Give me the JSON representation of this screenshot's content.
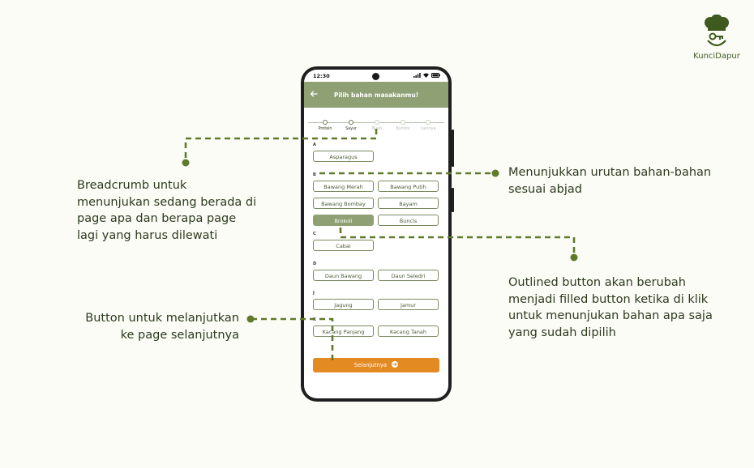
{
  "brand": {
    "name": "KunciDapur"
  },
  "annotations": {
    "breadcrumb": "Breadcrumb untuk menunjukan sedang berada di page apa dan berapa page lagi yang harus dilewati",
    "order": "Menunjukkan urutan bahan-bahan sesuai abjad",
    "outlined": "Outlined button akan berubah menjadi filled button ketika di klik untuk menunjukan bahan apa saja yang sudah dipilih",
    "next": "Button untuk melanjutkan ke page selanjutnya"
  },
  "phone": {
    "status_time": "12:30",
    "header_title": "Pilih bahan masakanmu!",
    "breadcrumbs": [
      {
        "label": "Protein",
        "done": true
      },
      {
        "label": "Sayur",
        "done": true
      },
      {
        "label": "Buah",
        "done": false
      },
      {
        "label": "Bumbu",
        "done": false
      },
      {
        "label": "Lainnya",
        "done": false
      }
    ],
    "sections": [
      {
        "letter": "A",
        "items": [
          {
            "label": "Asparagus",
            "selected": false
          }
        ]
      },
      {
        "letter": "B",
        "items": [
          {
            "label": "Bawang Merah",
            "selected": false
          },
          {
            "label": "Bawang Putih",
            "selected": false
          },
          {
            "label": "Bawang Bombay",
            "selected": false
          },
          {
            "label": "Bayam",
            "selected": false
          },
          {
            "label": "Brokoli",
            "selected": true
          },
          {
            "label": "Buncis",
            "selected": false
          }
        ]
      },
      {
        "letter": "C",
        "items": [
          {
            "label": "Cabai",
            "selected": false
          }
        ]
      },
      {
        "letter": "D",
        "items": [
          {
            "label": "Daun Bawang",
            "selected": false
          },
          {
            "label": "Daun Seledri",
            "selected": false
          }
        ]
      },
      {
        "letter": "J",
        "items": [
          {
            "label": "Jagung",
            "selected": false
          },
          {
            "label": "Jamur",
            "selected": false
          }
        ]
      },
      {
        "letter": "K",
        "items": [
          {
            "label": "Kacang Panjang",
            "selected": false
          },
          {
            "label": "Kacang Tanah",
            "selected": false
          }
        ]
      }
    ],
    "next_button": "Selanjutnya"
  },
  "colors": {
    "header": "#8ea074",
    "accent_orange": "#e48a22",
    "annotation_line": "#5e7a2a",
    "background": "#fbfcf6"
  }
}
